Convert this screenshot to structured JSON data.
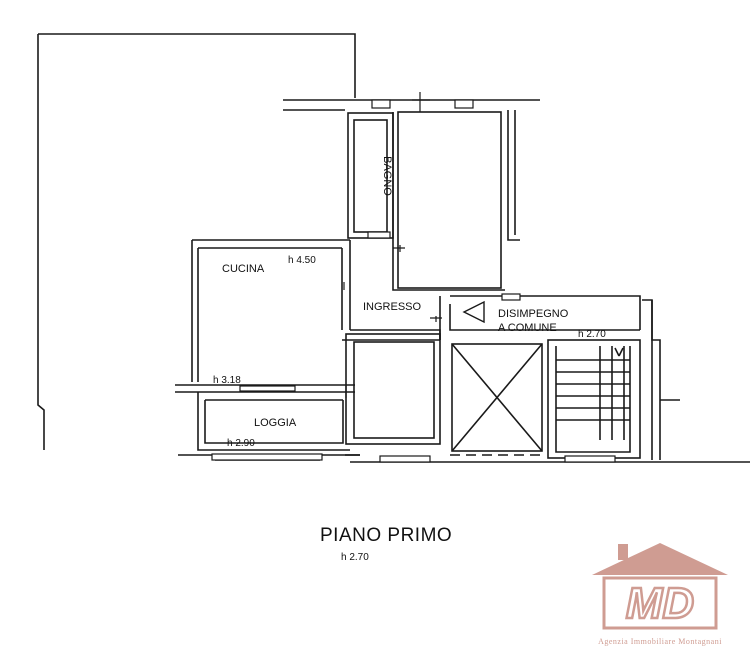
{
  "plan": {
    "rooms": {
      "bagno": "BAGNO",
      "cucina": "CUCINA",
      "ingresso": "INGRESSO",
      "disimpegno_line1": "DISIMPEGNO",
      "disimpegno_line2": "A COMUNE",
      "loggia": "LOGGIA"
    },
    "heights": {
      "cucina": "h 4.50",
      "cucina_lower": "h 3.18",
      "loggia": "h 2.90",
      "disimpegno": "h 2.70"
    },
    "floor_title": "PIANO PRIMO",
    "floor_height": "h 2.70"
  },
  "logo": {
    "letters": "MD",
    "agency_name": "Agenzia Immobiliare Montagnani",
    "color": "#cf9c92"
  }
}
